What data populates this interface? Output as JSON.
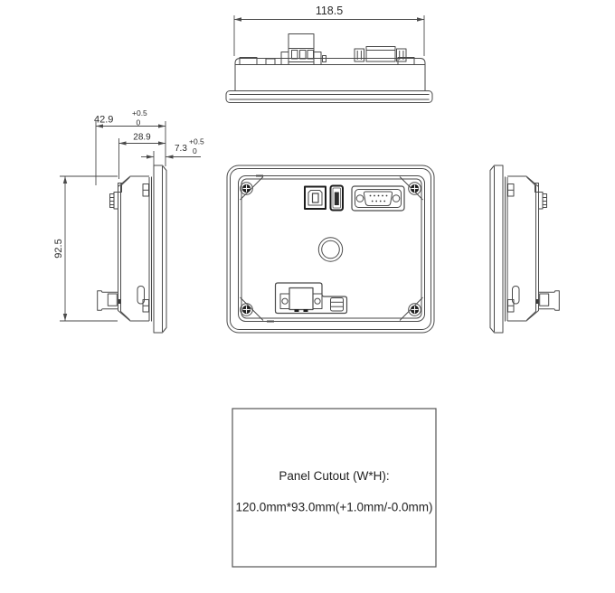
{
  "drawing": {
    "dim_width_top": "118.5",
    "dim_depth_total": "42.9",
    "dim_depth_total_tol_plus": "+0.5",
    "dim_depth_total_tol_minus": "0",
    "dim_depth_body": "28.9",
    "dim_bezel_thickness": "7.3",
    "dim_bezel_tol_plus": "+0.5",
    "dim_bezel_tol_minus": "0",
    "dim_height_side": "92.5"
  },
  "cutout_note": {
    "title": "Panel Cutout (W*H):",
    "value": "120.0mm*93.0mm(+1.0mm/-0.0mm)"
  },
  "colors": {
    "line": "#4a4a4a",
    "dark_fill": "#1c1c1c",
    "text": "#2b2b2b",
    "background": "#ffffff"
  }
}
